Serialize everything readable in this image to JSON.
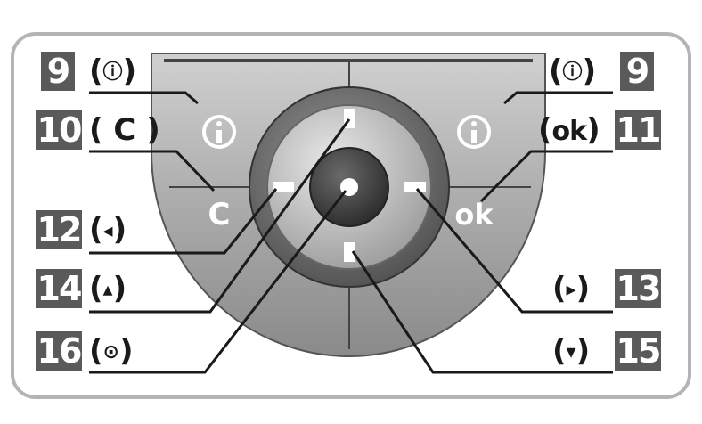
{
  "callouts": [
    {
      "id": "left-info",
      "number": "9",
      "symbol": "ⓘ",
      "paren_open": "(",
      "paren_close": ")"
    },
    {
      "id": "right-info",
      "number": "9",
      "symbol": "ⓘ",
      "paren_open": "(",
      "paren_close": ")"
    },
    {
      "id": "clear",
      "number": "10",
      "symbol": "C",
      "paren_open": "(",
      "paren_close": ")"
    },
    {
      "id": "ok",
      "number": "11",
      "symbol": "ok",
      "paren_open": "(",
      "paren_close": ")"
    },
    {
      "id": "left",
      "number": "12",
      "symbol": "◂",
      "paren_open": "(",
      "paren_close": ")"
    },
    {
      "id": "right",
      "number": "13",
      "symbol": "▸",
      "paren_open": "(",
      "paren_close": ")"
    },
    {
      "id": "up",
      "number": "14",
      "symbol": "▴",
      "paren_open": "(",
      "paren_close": ")"
    },
    {
      "id": "down",
      "number": "15",
      "symbol": "▾",
      "paren_open": "(",
      "paren_close": ")"
    },
    {
      "id": "center",
      "number": "16",
      "symbol": "⊙",
      "paren_open": "(",
      "paren_close": ")"
    }
  ],
  "keypad": {
    "left_softkey_icon": "info-icon",
    "right_softkey_icon": "info-icon",
    "clear_key_label": "C",
    "ok_key_label": "ok",
    "colors": {
      "frame": "#b4b4b4",
      "badge": "#5a5a5a",
      "lines": "#1a1a1a"
    }
  }
}
